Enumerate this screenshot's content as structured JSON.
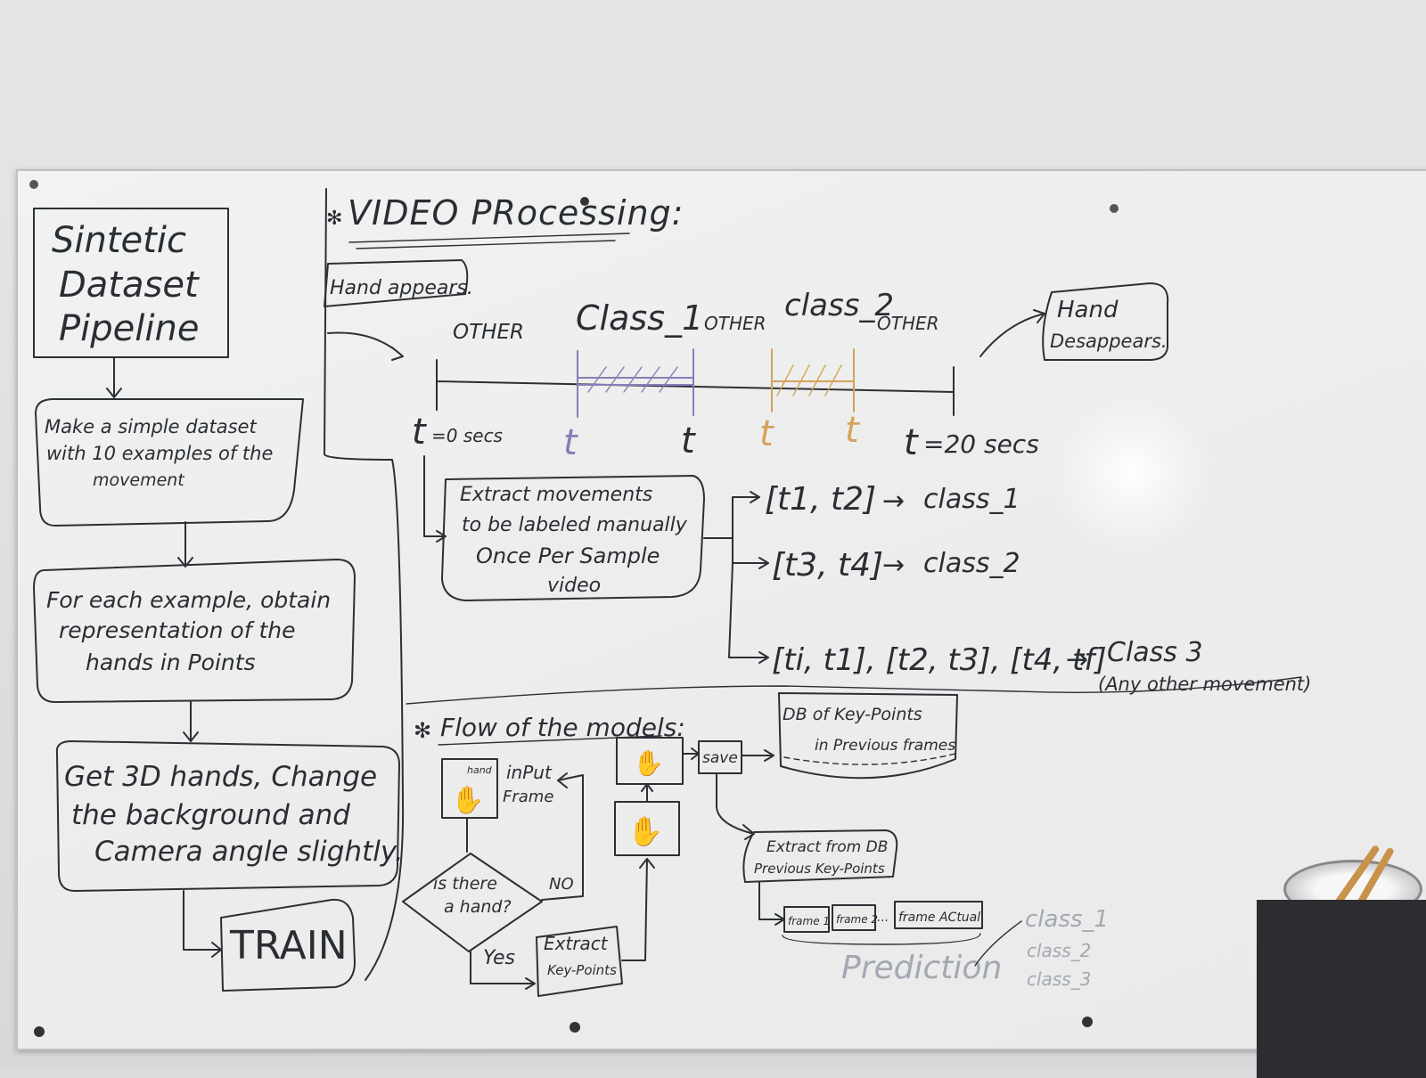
{
  "left_pipeline": {
    "title": [
      "Sintetic",
      "Dataset",
      "Pipeline"
    ],
    "step1": [
      "Make a simple dataset",
      "with 10 examples of the",
      "movement"
    ],
    "step2": [
      "For each example, obtain",
      "representation of the",
      "hands in Points"
    ],
    "step3": [
      "Get 3D hands, Change",
      "the background and",
      "Camera angle slightly."
    ],
    "train": "TRAIN"
  },
  "video_processing": {
    "title": "VIDEO PRocessing:",
    "hand_appears": "Hand appears.",
    "hand_disappears": [
      "Hand",
      "Desappears."
    ],
    "segment_labels": [
      "OTHER",
      "Class_1",
      "OTHER",
      "class_2",
      "OTHER"
    ],
    "time_labels": [
      "t",
      "=0 secs",
      "t",
      "t",
      "t",
      "t",
      "t",
      "=20 secs"
    ],
    "extract_box": [
      "Extract movements",
      "to be labeled manually",
      "Once Per Sample",
      "video"
    ],
    "mappings": [
      {
        "interval": "[t1, t2]",
        "arrow": "→",
        "label": "class_1"
      },
      {
        "interval": "[t3, t4]",
        "arrow": "→",
        "label": "class_2"
      },
      {
        "interval": "[ti, t1], [t2, t3], [t4, tf]",
        "arrow": "→",
        "label": "Class 3"
      }
    ],
    "class3_note": "(Any other movement)",
    "colors": {
      "class_1": "#8c7bb8",
      "class_2": "#d4a35a",
      "ink": "#2c2f35"
    }
  },
  "flow": {
    "title": "Flow of the models:",
    "hand_label": "hand",
    "input_frame": [
      "inPut",
      "Frame"
    ],
    "decision": [
      "is there",
      "a hand?"
    ],
    "no": "NO",
    "yes": "Yes",
    "extract_kp": [
      "Extract",
      "Key-Points"
    ],
    "save": "save",
    "db": [
      "DB of Key-Points",
      "in Previous frames"
    ],
    "extract_db": [
      "Extract from DB",
      "Previous Key-Points"
    ],
    "frames": [
      "frame 1",
      "frame 2",
      "...",
      "frame ACtual"
    ],
    "prediction": "Prediction",
    "outputs": [
      "class_1",
      "class_2",
      "class_3"
    ]
  }
}
